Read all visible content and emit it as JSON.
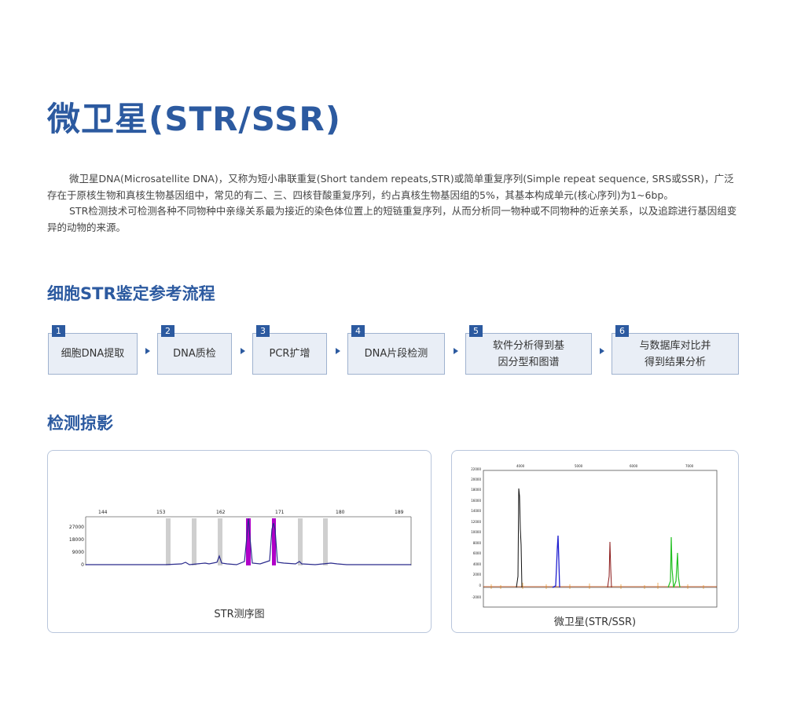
{
  "title": "微卫星(STR/SSR)",
  "intro": {
    "p1": "微卫星DNA(Microsatellite DNA)，又称为短小串联重复(Short tandem repeats,STR)或简单重复序列(Simple repeat sequence, SRS或SSR)，广泛存在于原核生物和真核生物基因组中，常见的有二、三、四核苷酸重复序列，约占真核生物基因组的5%，其基本构成单元(核心序列)为1~6bp。",
    "p2": "STR检测技术可检测各种不同物种中亲缘关系最为接近的染色体位置上的短链重复序列，从而分析同一物种或不同物种的近亲关系，以及追踪进行基因组变异的动物的来源。"
  },
  "workflow": {
    "heading": "细胞STR鉴定参考流程",
    "steps": [
      {
        "num": "1",
        "label": "细胞DNA提取"
      },
      {
        "num": "2",
        "label": "DNA质检"
      },
      {
        "num": "3",
        "label": "PCR扩增"
      },
      {
        "num": "4",
        "label": "DNA片段检测"
      },
      {
        "num": "5",
        "label": "软件分析得到基因分型和图谱"
      },
      {
        "num": "6",
        "label": "与数据库对比并得到结果分析"
      }
    ]
  },
  "gallery": {
    "heading": "检测掠影",
    "left_caption": "STR测序图",
    "right_caption": "微卫星(STR/SSR)",
    "str_chart": {
      "x_ticks": [
        "144",
        "153",
        "162",
        "171",
        "180",
        "189"
      ],
      "y_ticks": [
        "27000",
        "18000",
        "9000",
        "0"
      ]
    },
    "ssr_chart": {
      "x_ticks": [
        "4000",
        "5000",
        "6000",
        "7000"
      ],
      "y_ticks": [
        "22000",
        "20000",
        "18000",
        "16000",
        "14000",
        "12000",
        "10000",
        "8000",
        "6000",
        "4000",
        "2000",
        "0",
        "-2000"
      ]
    }
  },
  "colors": {
    "accent": "#2c5aa0",
    "step_bg": "#e9eef6",
    "peak_magenta": "#b000c8",
    "trace_navy": "#2a2a8c"
  }
}
